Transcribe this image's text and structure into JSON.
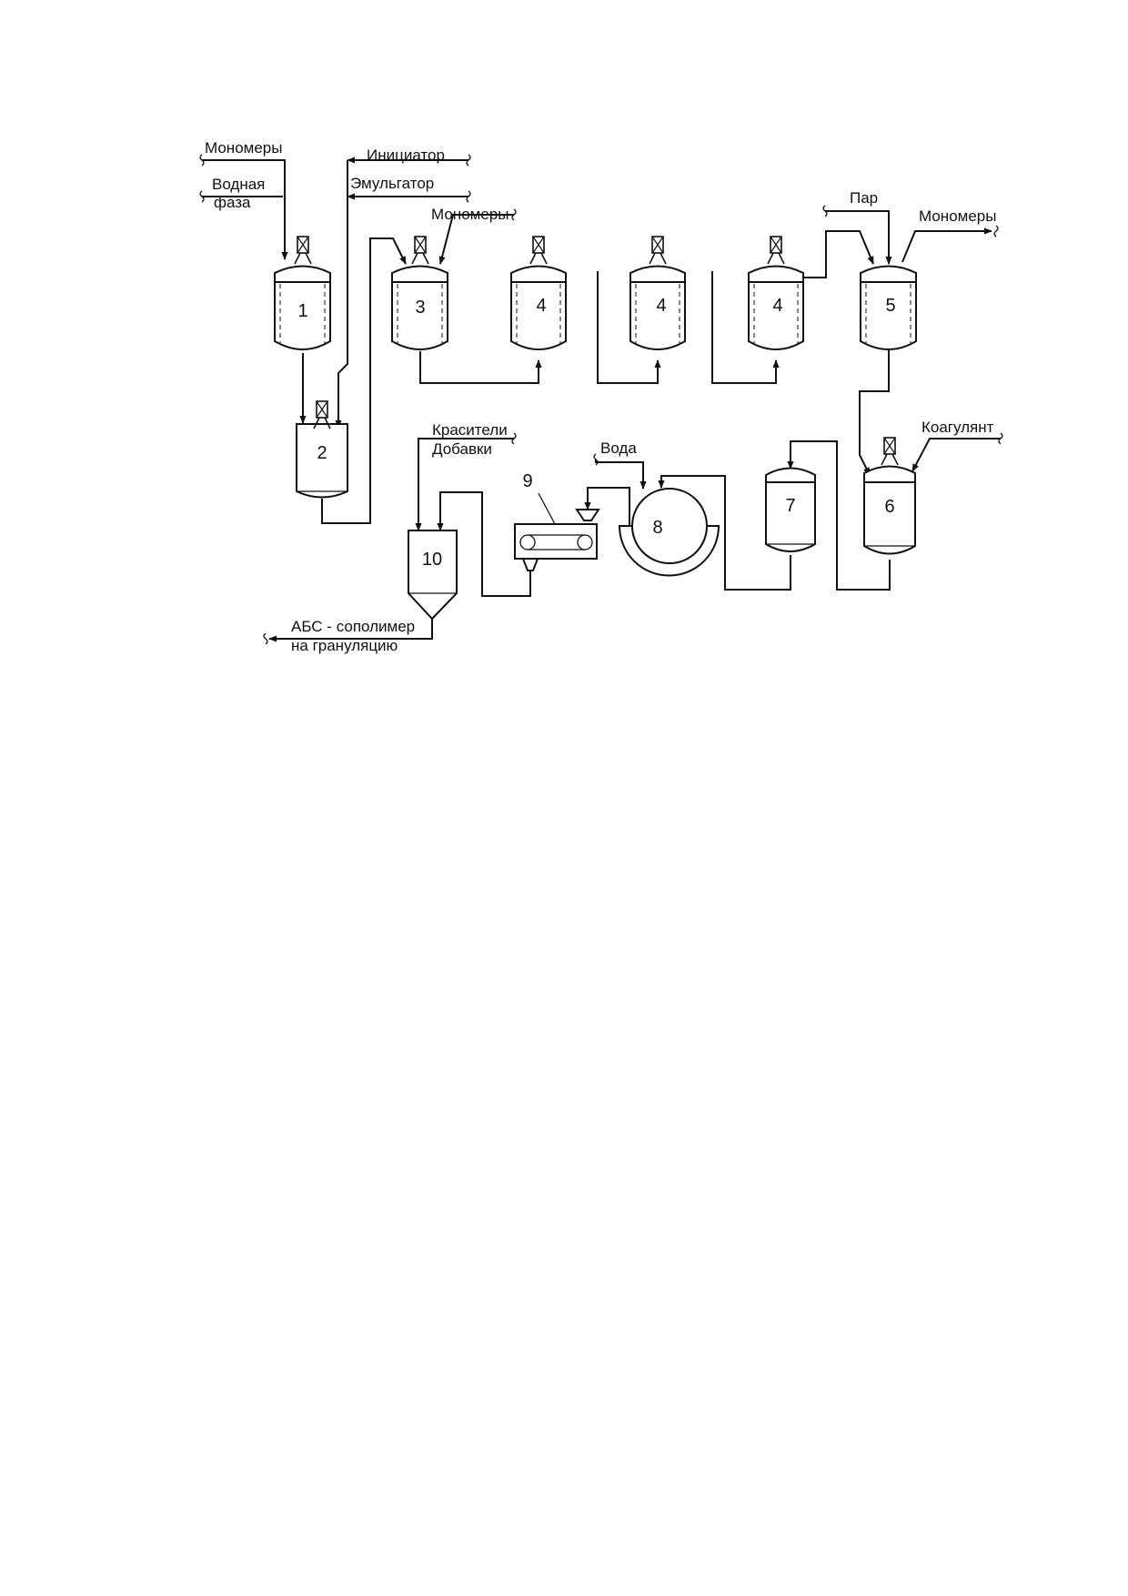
{
  "labels": {
    "monomers_in": "Мономеры",
    "water_phase_1": "Водная",
    "water_phase_2": "фаза",
    "initiator": "Инициатор",
    "emulsifier": "Эмульгатор",
    "monomers_3": "Мономеры",
    "steam": "Пар",
    "monomers_out": "Мономеры",
    "coagulant": "Коагулянт",
    "dyes": "Красители",
    "additives": "Добавки",
    "water": "Вода",
    "product_1": "АБС - сополимер",
    "product_2": "на грануляцию"
  },
  "equipment": {
    "n1": "1",
    "n2": "2",
    "n3": "3",
    "n4a": "4",
    "n4b": "4",
    "n4c": "4",
    "n5": "5",
    "n6": "6",
    "n7": "7",
    "n8": "8",
    "n9": "9",
    "n10": "10"
  }
}
